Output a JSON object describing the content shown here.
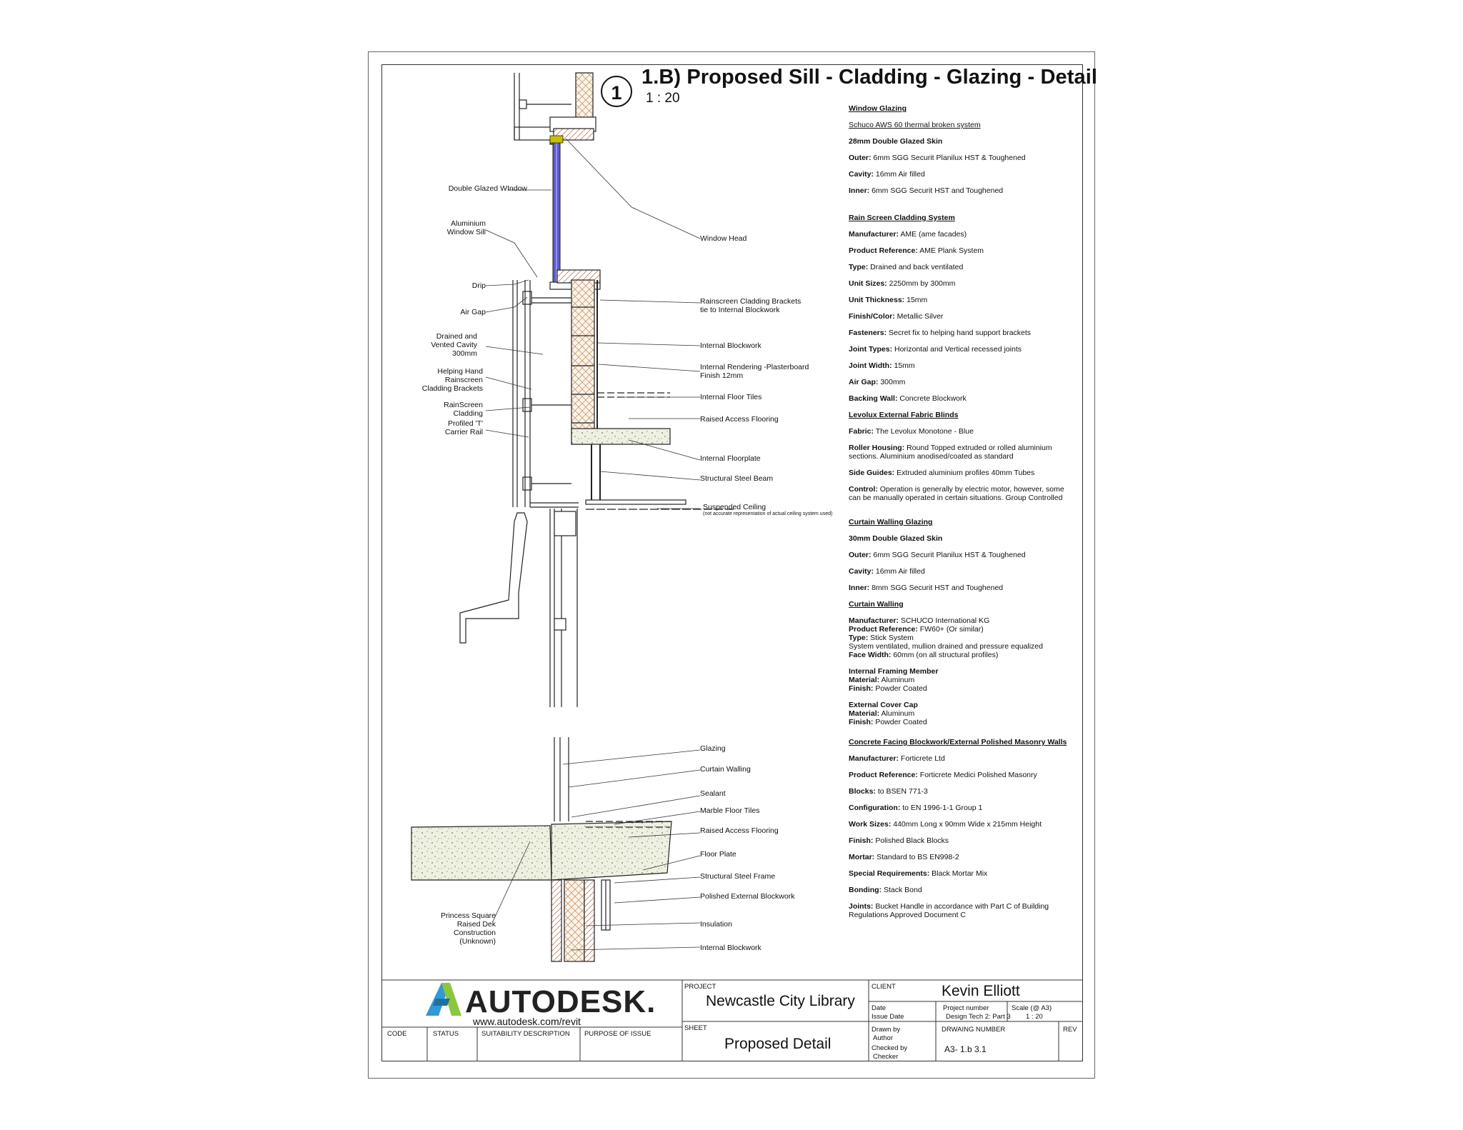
{
  "title": "1.B) Proposed Sill - Cladding - Glazing - Detail",
  "detail_number": "1",
  "scale": "1 : 20",
  "labels_left": {
    "double_glazed_window": "Double Glazed WIndow",
    "aluminium_sill": "Aluminium\nWindow Sill",
    "drip": "Drip",
    "air_gap": "Air Gap",
    "drained_cavity": "Drained and\nVented Cavity\n300mm",
    "helping_hand": "Helping Hand\nRainscreen\nCladding Brackets",
    "rainscreen_cladding": "RainScreen\nCladding",
    "t_rail": "Profiled 'T'\nCarrier Rail",
    "princess_square": "Princess Square\nRaised Dek\nConstruction\n(Unknown)"
  },
  "labels_right_top": {
    "window_head": "Window Head",
    "rainscreen_brackets": "Rainscreen Cladding Brackets\ntie to Internal Blockwork",
    "internal_blockwork": "Internal Blockwork",
    "internal_rendering": "Internal Rendering -Plasterboard\nFinish 12mm",
    "internal_floor_tiles": "Internal Floor Tiles",
    "raised_access_flooring": "Raised Access Flooring",
    "internal_floorplate": "Internal Floorplate",
    "structural_steel_beam": "Structural Steel Beam",
    "suspended_ceiling": "Suspended Ceiling",
    "suspended_ceiling_note": "(not accurate representation of actual ceiling system used)"
  },
  "labels_right_bottom": {
    "glazing": "Glazing",
    "curtain_walling": "Curtain Walling",
    "sealant": "Sealant",
    "marble_floor_tiles": "Marble  Floor Tiles",
    "raised_access_flooring": "Raised Access Flooring",
    "floor_plate": "Floor Plate",
    "structural_steel_frame": "Structural Steel Frame",
    "polished_external_blockwork": "Polished External Blockwork",
    "insulation": "Insulation",
    "internal_blockwork": "Internal Blockwork"
  },
  "notes": {
    "window_glazing": {
      "heading": "Window Glazing",
      "system": "Schuco AWS 60 thermal broken system",
      "skin": "28mm Double Glazed Skin",
      "outer_k": "Outer:",
      "outer_v": " 6mm SGG Securit Planilux HST & Toughened",
      "cavity_k": "Cavity:",
      "cavity_v": " 16mm Air filled",
      "inner_k": "Inner:",
      "inner_v": " 6mm SGG Securit HST and Toughened"
    },
    "rain_screen": {
      "heading": "Rain Screen Cladding System",
      "manufacturer_k": "Manufacturer:",
      "manufacturer_v": " AME (ame facades)",
      "product_k": "Product Reference:",
      "product_v": " AME Plank System",
      "type_k": "Type:",
      "type_v": " Drained and back ventilated",
      "unit_sizes_k": "Unit Sizes:",
      "unit_sizes_v": " 2250mm by 300mm",
      "unit_thickness_k": "Unit Thickness:",
      "unit_thickness_v": " 15mm",
      "finish_k": "Finish/Color:",
      "finish_v": " Metallic Silver",
      "fasteners_k": "Fasteners:",
      "fasteners_v": " Secret fix to helping hand support brackets",
      "joint_types_k": "Joint Types:",
      "joint_types_v": " Horizontal and Vertical recessed joints",
      "joint_width_k": "Joint Width:",
      "joint_width_v": " 15mm",
      "air_gap_k": "Air Gap:",
      "air_gap_v": " 300mm",
      "backing_k": "Backing Wall:",
      "backing_v": " Concrete Blockwork"
    },
    "levolux": {
      "heading": "Levolux External Fabric Blinds",
      "fabric_k": "Fabric:",
      "fabric_v": " The Levolux Monotone - Blue",
      "roller_k": "Roller Housing:",
      "roller_v": " Round Topped extruded or rolled aluminium sections. Aluminium anodised/coated as standard",
      "guides_k": "Side Guides:",
      "guides_v": " Extruded aluminium profiles 40mm Tubes",
      "control_k": "Control:",
      "control_v": " Operation is generally by electric motor, however, some can be manually operated in certain situations. Group Controlled"
    },
    "curtain_glazing": {
      "heading": "Curtain Walling Glazing",
      "skin": "30mm Double Glazed Skin",
      "outer_k": "Outer:",
      "outer_v": " 6mm SGG Securit Planilux HST & Toughened",
      "cavity_k": "Cavity:",
      "cavity_v": " 16mm Air filled",
      "inner_k": "Inner:",
      "inner_v": " 8mm SGG Securit HST and Toughened"
    },
    "curtain_walling": {
      "heading": "Curtain Walling",
      "manufacturer_k": "Manufacturer:",
      "manufacturer_v": " SCHUCO International KG",
      "product_k": "Product Reference:",
      "product_v": " FW60+ (Or similar)",
      "type_k": "Type:",
      "type_v": " Stick System",
      "system": "System ventilated, mullion drained and pressure equalized",
      "face_k": "Face Width:",
      "face_v": " 60mm (on all structural profiles)",
      "ifm": "Internal Framing Member",
      "ifm_mat_k": "Material:",
      "ifm_mat_v": " Aluminum",
      "ifm_fin_k": "Finish:",
      "ifm_fin_v": " Powder Coated",
      "ecc": "External Cover Cap",
      "ecc_mat_k": "Material:",
      "ecc_mat_v": " Aluminum",
      "ecc_fin_k": "Finish:",
      "ecc_fin_v": " Powder Coated"
    },
    "concrete": {
      "heading": "Concrete Facing Blockwork/External Polished Masonry Walls",
      "manufacturer_k": "Manufacturer:",
      "manufacturer_v": " Forticrete Ltd",
      "product_k": "Product Reference:",
      "product_v": " Forticrete Medici Polished Masonry",
      "blocks_k": "Blocks:",
      "blocks_v": " to BSEN 771-3",
      "config_k": "Configuration:",
      "config_v": " to EN 1996-1-1 Group 1",
      "work_k": "Work Sizes:",
      "work_v": " 440mm Long x 90mm Wide x 215mm Height",
      "finish_k": "Finish:",
      "finish_v": " Polished Black Blocks",
      "mortar_k": "Mortar:",
      "mortar_v": " Standard to BS EN998-2",
      "special_k": "Special Requirements:",
      "special_v": " Black Mortar Mix",
      "bonding_k": "Bonding:",
      "bonding_v": " Stack Bond",
      "joints_k": "Joints:",
      "joints_v": " Bucket Handle in accordance with Part C of Building Regulations Approved Document C"
    }
  },
  "title_block": {
    "logo_text": "AUTODESK.",
    "url": "www.autodesk.com/revit",
    "project_label": "PROJECT",
    "project_value": "Newcastle City Library",
    "client_label": "CLIENT",
    "client_value": "Kevin Elliott",
    "date_label": "Date",
    "date_value": "Issue Date",
    "project_number_label": "Project number",
    "project_number_value": "Design Tech 2: Part 3",
    "scale_label": "Scale (@ A3)",
    "scale_value": "1 : 20",
    "sheet_label": "SHEET",
    "sheet_value": "Proposed Detail",
    "drawn_by_label": "Drawn by",
    "drawn_by_value": "Author",
    "checked_by_label": "Checked by",
    "checked_by_value": "Checker",
    "drawing_number_label": "DRWAING NUMBER",
    "drawing_number_value": "A3- 1.b 3.1",
    "rev_label": "REV",
    "code_label": "CODE",
    "status_label": "STATUS",
    "suitability_label": "SUITABILITY DESCRIPTION",
    "purpose_label": "PURPOSE OF ISSUE"
  },
  "colors": {
    "glass": "#5b5bd6",
    "concrete": "#d9dcc6",
    "block_hatch": "#c8a070",
    "logo_a": "#2f9ad3",
    "logo_b": "#8bc63f"
  }
}
